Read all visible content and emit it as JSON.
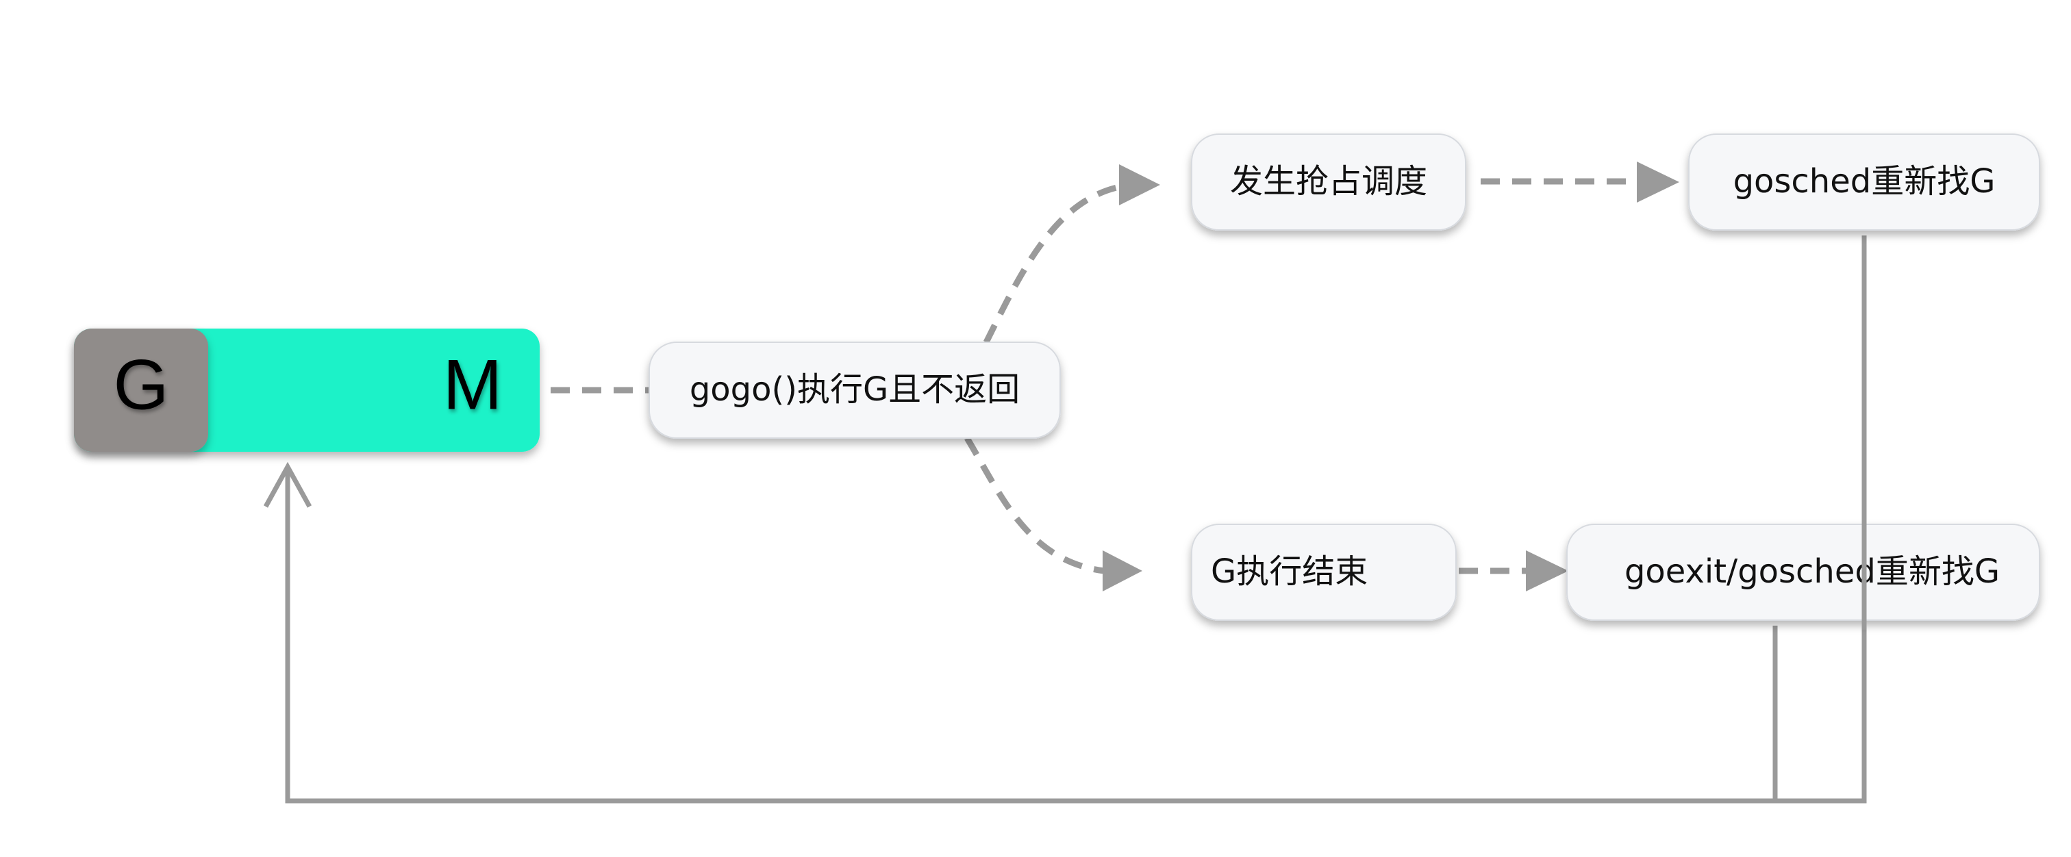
{
  "gm_block": {
    "g_label": "G",
    "m_label": "M"
  },
  "nodes": {
    "gogo": "gogo()执行G且不返回",
    "preempt": "发生抢占调度",
    "gosched_top": "gosched重新找G",
    "g_finished": "G执行结束",
    "goexit_gosched": "goexit/gosched重新找G"
  },
  "colors": {
    "m_block": "#1ef2c8",
    "g_block": "#908c8a",
    "node_fill": "#f6f7f9",
    "arrow": "#9a9a9a"
  }
}
